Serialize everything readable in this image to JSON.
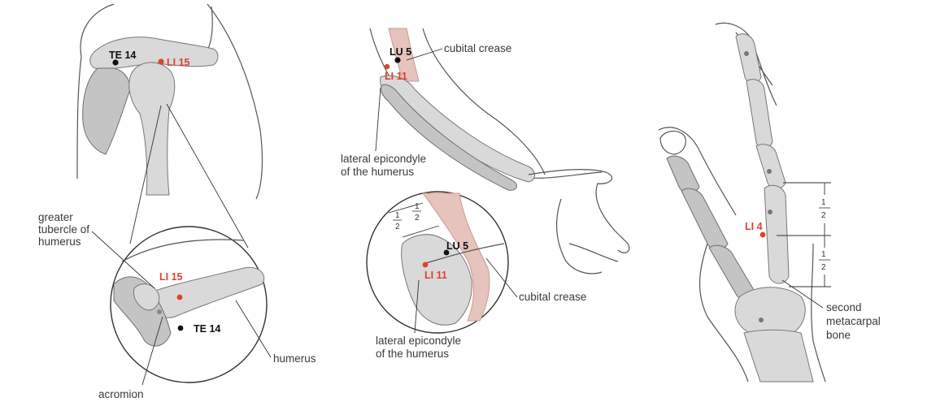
{
  "colors": {
    "acupoint_red": "#e0412c",
    "acupoint_black": "#111111",
    "bone_fill": "#d9d9d9",
    "muscle_pink": "#d9a7a0",
    "label_text": "#3a3a3a"
  },
  "panel_shoulder": {
    "points": {
      "te14": "TE 14",
      "li15": "LI 15"
    },
    "inset_points": {
      "li15": "LI 15",
      "te14": "TE 14"
    },
    "labels": {
      "greater_tubercle_line1": "greater",
      "greater_tubercle_line2": "tubercle of",
      "greater_tubercle_line3": "humerus",
      "humerus": "humerus",
      "acromion": "acromion"
    }
  },
  "panel_elbow": {
    "points": {
      "lu5": "LU 5",
      "li11": "LI 11"
    },
    "inset_points": {
      "lu5": "LU 5",
      "li11": "LI 11"
    },
    "labels": {
      "cubital_crease": "cubital crease",
      "lateral_epicondyle_line1": "lateral epicondyle",
      "lateral_epicondyle_line2": "of the humerus",
      "inset_cubital_crease": "cubital crease",
      "inset_lateral_epicondyle_line1": "lateral epicondyle",
      "inset_lateral_epicondyle_line2": "of the humerus"
    },
    "fractions": {
      "first_num": "1",
      "first_den": "2",
      "second_num": "1",
      "second_den": "2"
    }
  },
  "panel_hand": {
    "points": {
      "li4": "LI 4"
    },
    "labels": {
      "second_metacarpal_line1": "second",
      "second_metacarpal_line2": "metacarpal",
      "second_metacarpal_line3": "bone"
    },
    "fractions": {
      "upper_num": "1",
      "upper_den": "2",
      "lower_num": "1",
      "lower_den": "2"
    }
  }
}
